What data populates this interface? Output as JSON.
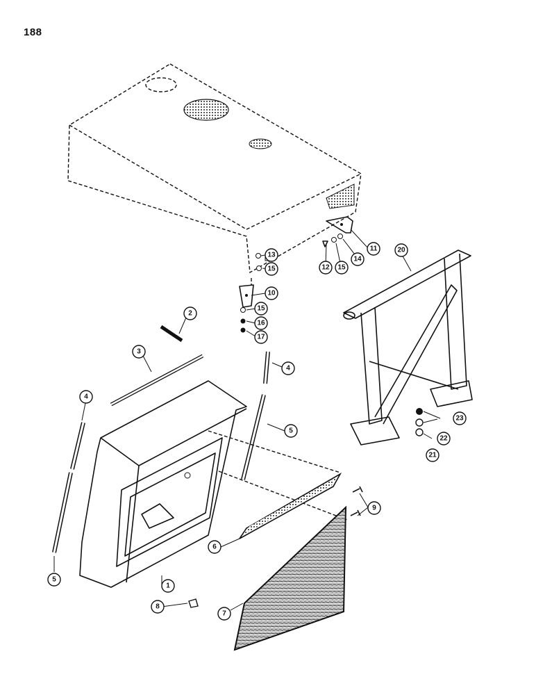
{
  "page_number": "188",
  "callouts": [
    "1",
    "2",
    "3",
    "4",
    "4",
    "5",
    "5",
    "6",
    "7",
    "8",
    "9",
    "10",
    "11",
    "12",
    "13",
    "14",
    "15",
    "15",
    "15",
    "16",
    "17",
    "20",
    "21",
    "22",
    "23"
  ]
}
